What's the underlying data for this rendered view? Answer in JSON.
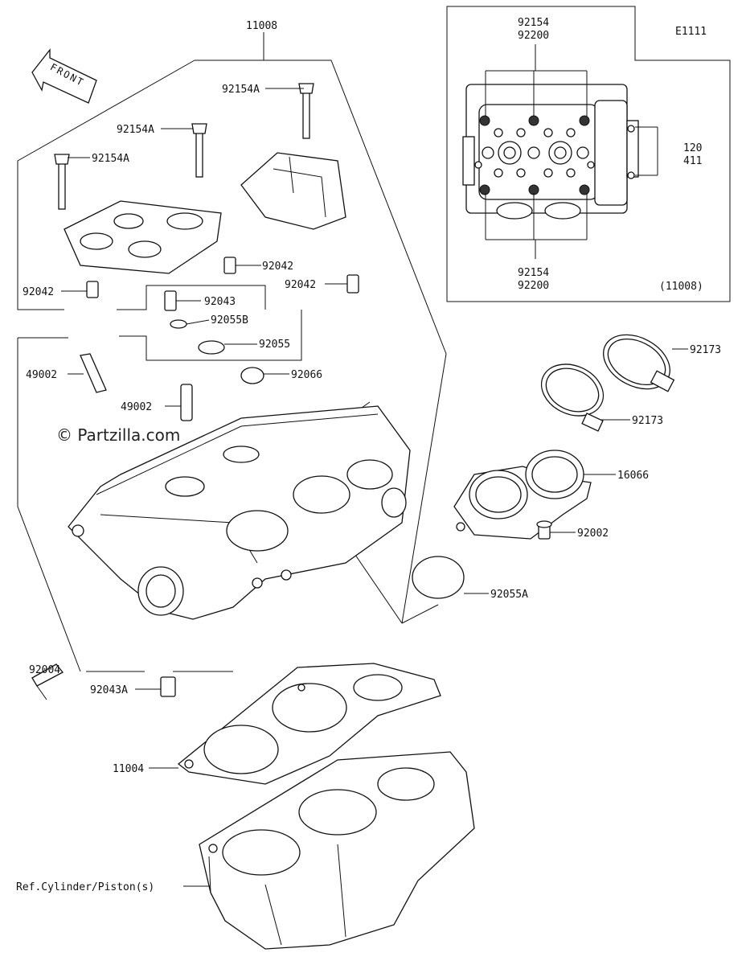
{
  "diagram_code": "E1111",
  "front_label": "FRONT",
  "watermark": "© Partzilla.com",
  "inset": {
    "top_labels": [
      "92154",
      "92200"
    ],
    "bottom_labels": [
      "92154",
      "92200"
    ],
    "side_labels": [
      "120",
      "411"
    ],
    "ref_label": "(11008)"
  },
  "callouts": {
    "head_assy": "11008",
    "bolt_a": "92154A",
    "bolt_b": "92154A",
    "bolt_c": "92154A",
    "dowel_left": "92042",
    "dowel_mid": "92042",
    "dowel_right": "92042",
    "dowel_92043": "92043",
    "oring_b": "92055B",
    "oring": "92055",
    "seal": "92066",
    "guide_1": "49002",
    "guide_2": "49002",
    "band_1": "92173",
    "band_2": "92173",
    "holder": "16066",
    "screw": "92002",
    "oring_a": "92055A",
    "stud": "92004",
    "dowel_a": "92043A",
    "gasket": "11004",
    "ref_cylinder": "Ref.Cylinder/Piston(s)"
  }
}
